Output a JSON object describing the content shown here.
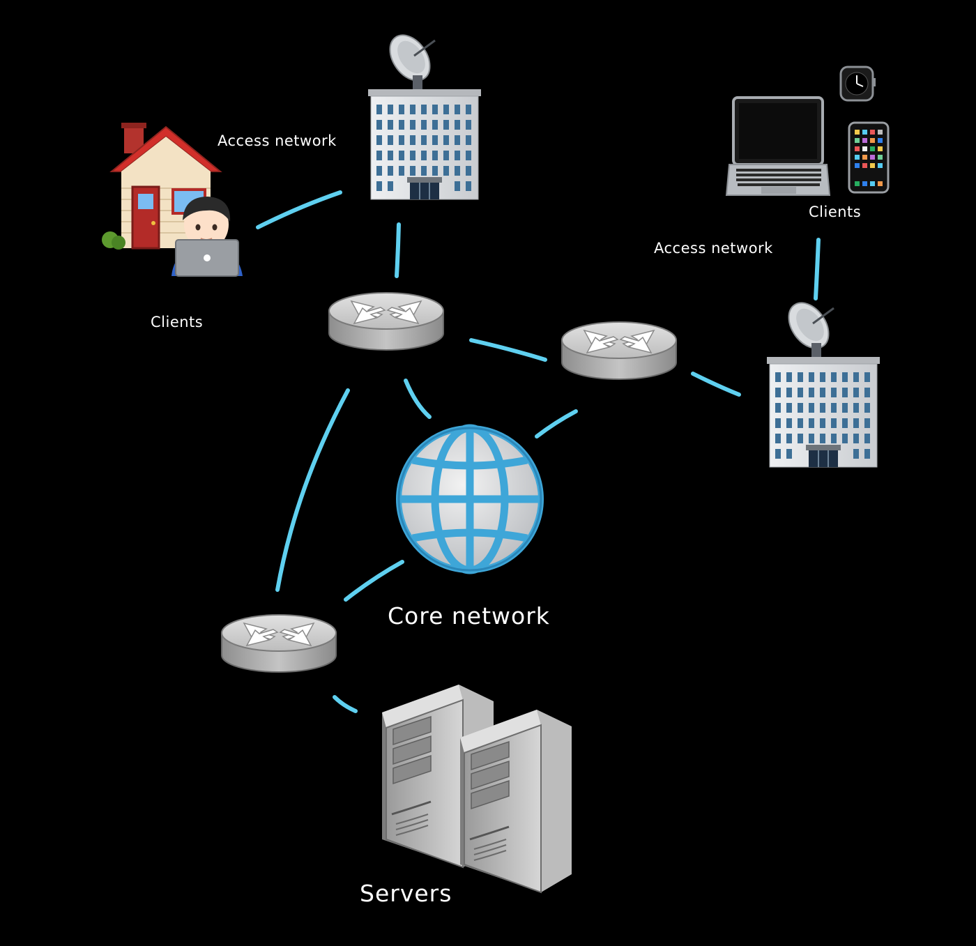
{
  "colors": {
    "background": "#000000",
    "link": "#5fd0f0",
    "text": "#ffffff"
  },
  "labels": {
    "access_network_left": "Access network",
    "access_network_right": "Access network",
    "clients_left": "Clients",
    "clients_right": "Clients",
    "core_network": "Core network",
    "servers": "Servers"
  },
  "icons": {
    "home": "house-icon",
    "user": "person-with-laptop-icon",
    "building_left": "building-with-satellite-dish-icon",
    "building_right": "building-with-satellite-dish-icon",
    "laptop": "laptop-icon",
    "watch": "smartwatch-icon",
    "phone": "smartphone-icon",
    "router": "router-icon",
    "globe": "globe-icon",
    "servers": "server-tower-icon"
  }
}
